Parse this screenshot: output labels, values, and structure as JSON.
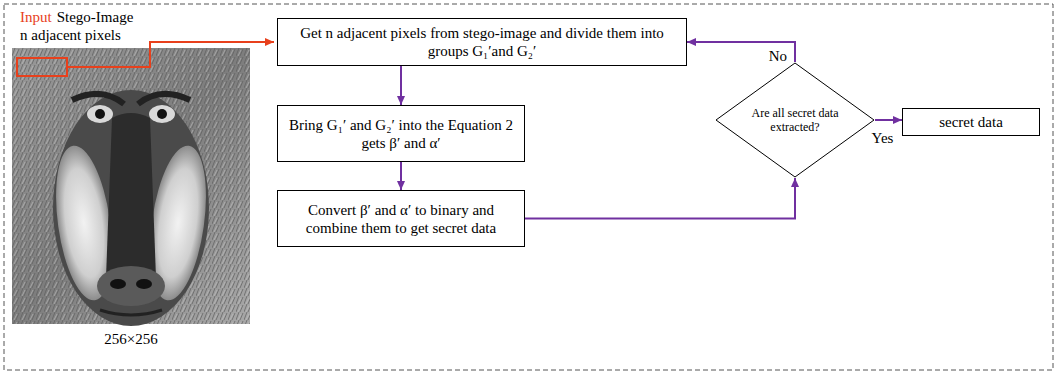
{
  "diagram": {
    "nodes": [
      {
        "text": [
          "Get n adjacent pixels from stego-image and divide them into groups G₁′and G₂′"
        ]
      },
      {
        "text": [
          "Bring G₁′ and G₂′ into the Equation 2 gets β′ and α′"
        ]
      },
      {
        "text": [
          "Convert β′ and α′ to binary and combine them to get secret data"
        ]
      },
      {
        "text": [
          "Are all secret data extracted?"
        ]
      },
      {
        "text": [
          "secret data"
        ]
      }
    ],
    "edges": [
      {
        "from": 0,
        "to": 1,
        "arrow": "to"
      },
      {
        "from": 1,
        "to": 2,
        "arrow": "to"
      },
      {
        "from": 2,
        "to": 3,
        "arrow": "to"
      },
      {
        "from": 3,
        "to": 0,
        "label": "No",
        "arrow": "to"
      },
      {
        "from": 3,
        "to": 4,
        "label": "Yes",
        "arrow": "to"
      }
    ],
    "labels": [
      "Input",
      "Stego-Image",
      "n adjacent pixels",
      "256×256"
    ]
  }
}
